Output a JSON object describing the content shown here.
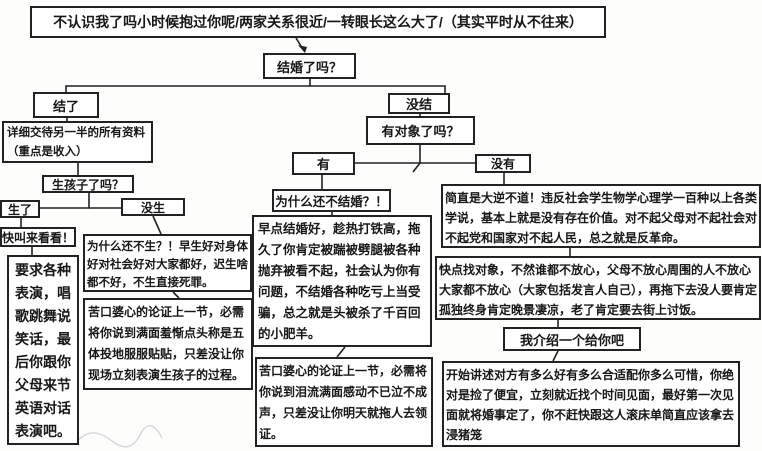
{
  "diagram": {
    "title": "不认识我了吗小时候抱过你呢/两家关系很近/一转眼长这么大了/（其实平时从不往来）",
    "nodes": {
      "q_married": "结婚了吗？",
      "married_yes": "结了",
      "info": "详细交待另一半的所有资料（重点是收入）",
      "q_kids": "生孩子了吗？",
      "kids_yes": "生了",
      "kids_no": "没生",
      "call": "快叫来看看！",
      "perform": "要求各种表演，唱歌跳舞说笑话，最后你跟你父母来节英语对话表演吧。",
      "why_no_kids": "为什么还不生？！早生好对身体好对社会好对大家都好，迟生啥都不好，不生直接死罪。",
      "persuade_kids": "苦口婆心的论证上一节，必需将你说到满面羞惭点头称是五体投地服服贴贴，只差没让你现场立刻表演生孩子的过程。",
      "not_married": "没结",
      "q_partner": "有对象了吗？",
      "partner_yes": "有",
      "partner_no": "没有",
      "why_not_marry": "为什么还不结婚？！",
      "marry_soon": "早点结婚好，趁热打铁高，拖久了你肯定被踹被劈腿被各种抛弃被看不起，社会认为你有问题，不结婚各种吃亏上当受骗，总之就是头被杀了千百回的小肥羊。",
      "persuade_marry": "苦口婆心的论证上一节，必需将你说到泪流满面感动不已泣不成声，只差没让你明天就拖人去领证。",
      "outrage": "简直是大逆不道！违反社会学生物学心理学一百种以上各类学说，基本上就是没有存在价值。对不起父母对不起社会对不起党和国家对不起人民，总之就是反革命。",
      "find_partner": "快点找对象，不然谁都不放心，父母不放心周围的人不放心大家都不放心（大家包括发言人自己），再拖下去没人要肯定孤独终身肯定晚景凄凉，老了肯定要去街上讨饭。",
      "introduce": "我介绍一个给你吧",
      "describe": "开始讲述对方有多么好有多么合适配你多么可惜，你绝对是捡了便宜，立刻就近找个时间见面，最好第一次见面就将婚事定了，你不赶快跟这人滚床单简直应该拿去浸猪笼"
    },
    "colors": {
      "line": "#222222",
      "box_border": "#222222",
      "box_fill": "#ffffff",
      "text": "#171717"
    }
  }
}
